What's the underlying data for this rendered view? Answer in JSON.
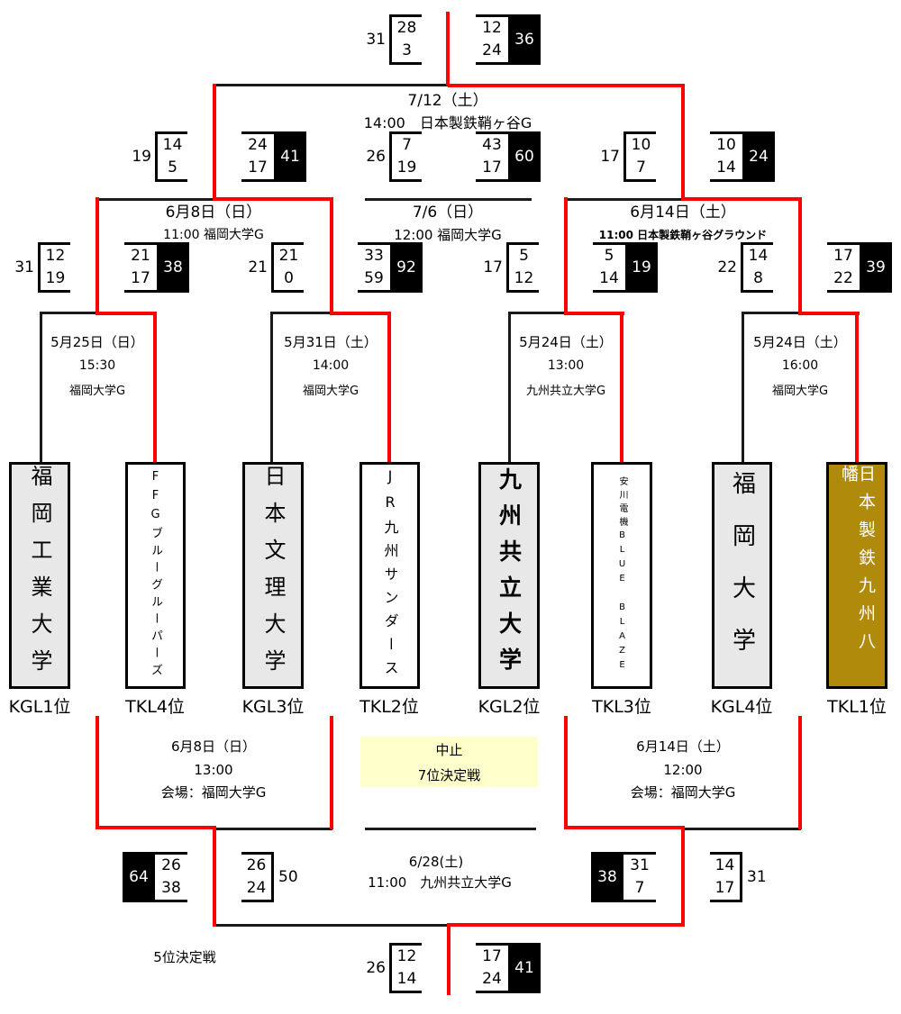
{
  "colors": {
    "red": "#fe0000",
    "line": "#1a1a1a",
    "gold": "#b08a0a",
    "grey": "#e8e8e8",
    "yellow": "#ffffcc"
  },
  "final": {
    "date": "7/12（土）",
    "info": "14:00　日本製鉄鞘ヶ谷G",
    "left": {
      "total": "31",
      "h1": "28",
      "h2": "3"
    },
    "right": {
      "h1": "12",
      "h2": "24",
      "total": "36"
    }
  },
  "semi_left": {
    "date": "6月8日（日）",
    "info": "11:00 福岡大学G",
    "left": {
      "total": "19",
      "h1": "14",
      "h2": "5"
    },
    "right": {
      "h1": "24",
      "h2": "17",
      "total": "41"
    }
  },
  "third_place": {
    "date": "7/6（日）",
    "info": "12:00 福岡大学G",
    "left": {
      "total": "26",
      "h1": "7",
      "h2": "19"
    },
    "right": {
      "h1": "43",
      "h2": "17",
      "total": "60"
    }
  },
  "semi_right": {
    "date": "6月14日（土）",
    "info": "11:00 日本製鉄鞘ヶ谷グラウンド",
    "left": {
      "total": "17",
      "h1": "10",
      "h2": "7"
    },
    "right": {
      "h1": "10",
      "h2": "14",
      "total": "24"
    }
  },
  "qf": [
    {
      "date": "5月25日（日）",
      "time": "15:30",
      "venue": "福岡大学G",
      "left": {
        "total": "31",
        "h1": "12",
        "h2": "19"
      },
      "right": {
        "h1": "21",
        "h2": "17",
        "total": "38"
      }
    },
    {
      "date": "5月31日（土）",
      "time": "14:00",
      "venue": "福岡大学G",
      "left": {
        "total": "21",
        "h1": "21",
        "h2": "0"
      },
      "right": {
        "h1": "33",
        "h2": "59",
        "total": "92"
      }
    },
    {
      "date": "5月24日（土）",
      "time": "13:00",
      "venue": "九州共立大学G",
      "left": {
        "total": "17",
        "h1": "5",
        "h2": "12"
      },
      "right": {
        "h1": "5",
        "h2": "14",
        "total": "19"
      }
    },
    {
      "date": "5月24日（土）",
      "time": "16:00",
      "venue": "福岡大学G",
      "left": {
        "total": "22",
        "h1": "14",
        "h2": "8"
      },
      "right": {
        "h1": "17",
        "h2": "22",
        "total": "39"
      }
    }
  ],
  "teams": [
    {
      "name": "福岡工業大学",
      "seed": "KGL1位"
    },
    {
      "name": "FFGブルーグルーパーズ",
      "seed": "TKL4位"
    },
    {
      "name": "日本文理大学",
      "seed": "KGL3位"
    },
    {
      "name": "JR九州サンダース",
      "seed": "TKL2位"
    },
    {
      "name": "九州共立大学",
      "seed": "KGL2位"
    },
    {
      "name": "安川電機BLUE BLAZE",
      "seed": "TKL3位"
    },
    {
      "name": "福岡大学",
      "seed": "KGL4位"
    },
    {
      "name": "日本製鉄九州八幡",
      "seed": "TKL1位"
    }
  ],
  "consolation_left": {
    "date": "6月8日（日）",
    "time": "13:00",
    "venue": "会場：福岡大学G",
    "left": {
      "total": "64",
      "h1": "26",
      "h2": "38"
    },
    "right": {
      "h1": "26",
      "h2": "24",
      "total": "50"
    }
  },
  "seventh_place": {
    "line1": "中止",
    "line2": "7位決定戦"
  },
  "consolation_right": {
    "date": "6月14日（土）",
    "time": "12:00",
    "venue": "会場：福岡大学G",
    "left": {
      "total": "38",
      "h1": "31",
      "h2": "7"
    },
    "right": {
      "h1": "14",
      "h2": "17",
      "total": "31"
    }
  },
  "fifth_place": {
    "label": "5位決定戦",
    "date": "6/28(土)",
    "info": "11:00　九州共立大学G",
    "left": {
      "total": "26",
      "h1": "12",
      "h2": "14"
    },
    "right": {
      "h1": "17",
      "h2": "24",
      "total": "41"
    }
  }
}
